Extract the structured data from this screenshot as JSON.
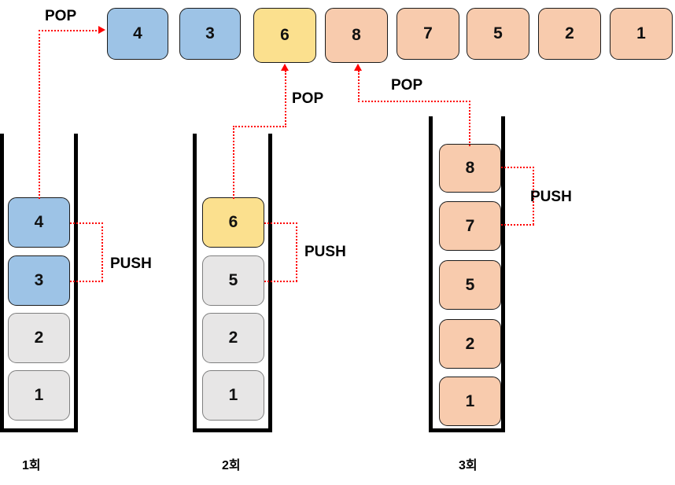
{
  "diagram": {
    "title_visible": false,
    "colors": {
      "blue": "#9DC3E6",
      "yellow": "#FBE08E",
      "peach": "#F8CBAD",
      "gray": "#E7E6E6",
      "connector_red": "#FF0000",
      "wall_black": "#000000"
    }
  },
  "output_row": {
    "items": [
      {
        "value": "4",
        "color": "blue"
      },
      {
        "value": "3",
        "color": "blue"
      },
      {
        "value": "6",
        "color": "yellow"
      },
      {
        "value": "8",
        "color": "peach"
      },
      {
        "value": "7",
        "color": "peach"
      },
      {
        "value": "5",
        "color": "peach"
      },
      {
        "value": "2",
        "color": "peach"
      },
      {
        "value": "1",
        "color": "peach"
      }
    ]
  },
  "stacks": [
    {
      "caption": "1회",
      "items": [
        {
          "value": "4",
          "color": "blue"
        },
        {
          "value": "3",
          "color": "blue"
        },
        {
          "value": "2",
          "color": "gray"
        },
        {
          "value": "1",
          "color": "gray"
        }
      ],
      "push_label": "PUSH",
      "pop_label": "POP"
    },
    {
      "caption": "2회",
      "items": [
        {
          "value": "6",
          "color": "yellow"
        },
        {
          "value": "5",
          "color": "gray"
        },
        {
          "value": "2",
          "color": "gray"
        },
        {
          "value": "1",
          "color": "gray"
        }
      ],
      "push_label": "PUSH",
      "pop_label": "POP"
    },
    {
      "caption": "3회",
      "items": [
        {
          "value": "8",
          "color": "peach"
        },
        {
          "value": "7",
          "color": "peach"
        },
        {
          "value": "5",
          "color": "peach"
        },
        {
          "value": "2",
          "color": "peach"
        },
        {
          "value": "1",
          "color": "peach"
        }
      ],
      "push_label": "PUSH",
      "pop_label": "POP"
    }
  ]
}
